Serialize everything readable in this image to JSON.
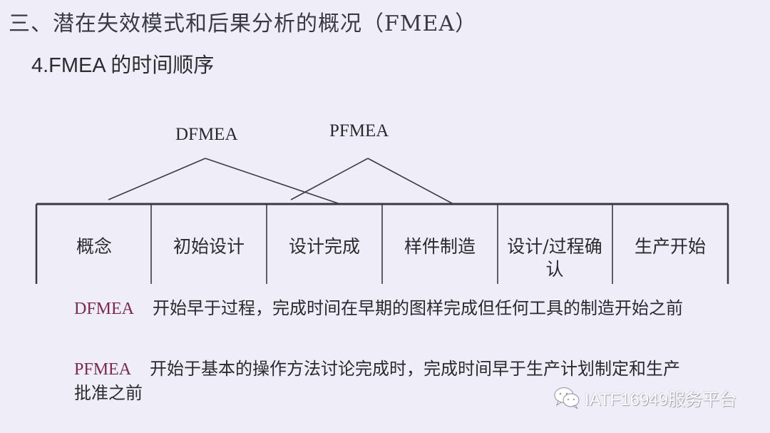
{
  "header": {
    "title": "三、潜在失效模式和后果分析的概况（FMEA）",
    "subtitle": "4.FMEA 的时间顺序"
  },
  "diagram": {
    "labels": {
      "dfmea": "DFMEA",
      "pfmea": "PFMEA"
    },
    "phases": [
      {
        "label": "概念"
      },
      {
        "label": "初始设计"
      },
      {
        "label": "设计完成"
      },
      {
        "label": "样件制造"
      },
      {
        "label": "设计/过程确认"
      },
      {
        "label": "生产开始"
      }
    ]
  },
  "descriptions": [
    {
      "tag": "DFMEA",
      "text": "开始早于过程，完成时间在早期的图样完成但任何工具的制造开始之前"
    },
    {
      "tag": "PFMEA",
      "text": "开始于基本的操作方法讨论完成时，完成时间早于生产计划制定和生产批准之前"
    }
  ],
  "watermark": {
    "icon": "wechat-icon",
    "text": "IATF16949服务平台"
  },
  "colors": {
    "background": "#eeedf8",
    "tag_color": "#7a2a4e",
    "line_color": "#3a3a42"
  }
}
